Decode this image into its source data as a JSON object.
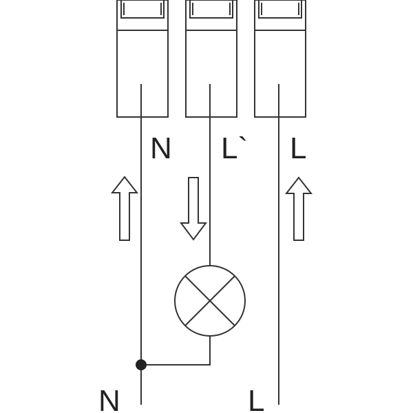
{
  "terminals": [
    {
      "label": "N"
    },
    {
      "label": "L`"
    },
    {
      "label": "L"
    }
  ],
  "supply": {
    "neutral_label": "N",
    "line_label": "L"
  },
  "arrows": [
    {
      "terminal": "N",
      "direction": "up"
    },
    {
      "terminal": "L`",
      "direction": "down"
    },
    {
      "terminal": "L",
      "direction": "up"
    }
  ],
  "colors": {
    "stroke": "#333333",
    "background": "#ffffff",
    "junction": "#222222"
  }
}
